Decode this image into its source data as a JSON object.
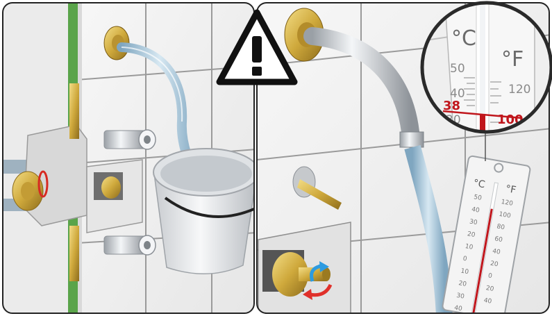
{
  "warning_icon": "warning-triangle-icon",
  "colors": {
    "tile": "#f2f2f2",
    "grout": "#8e8e8e",
    "brass": "#d4b24a",
    "hose": "#a9c7d9",
    "thermo_red": "#c0161c",
    "arrow_red": "#e0302a",
    "arrow_blue": "#2d9be0",
    "board_green": "#5aa44a"
  },
  "thermometer_zoom": {
    "units": {
      "celsius": "°C",
      "fahrenheit": "°F"
    },
    "celsius_ticks": [
      "50",
      "40",
      "30"
    ],
    "fahrenheit_ticks": [
      "120"
    ],
    "reading": {
      "celsius": "38",
      "fahrenheit": "100"
    }
  },
  "thermometer_full": {
    "units": {
      "celsius": "°C",
      "fahrenheit": "°F"
    },
    "celsius_ticks": [
      "50",
      "40",
      "30",
      "20",
      "10",
      "0",
      "10",
      "20",
      "30",
      "40"
    ],
    "fahrenheit_ticks": [
      "120",
      "100",
      "80",
      "60",
      "40",
      "20",
      "0",
      "20",
      "40"
    ]
  }
}
